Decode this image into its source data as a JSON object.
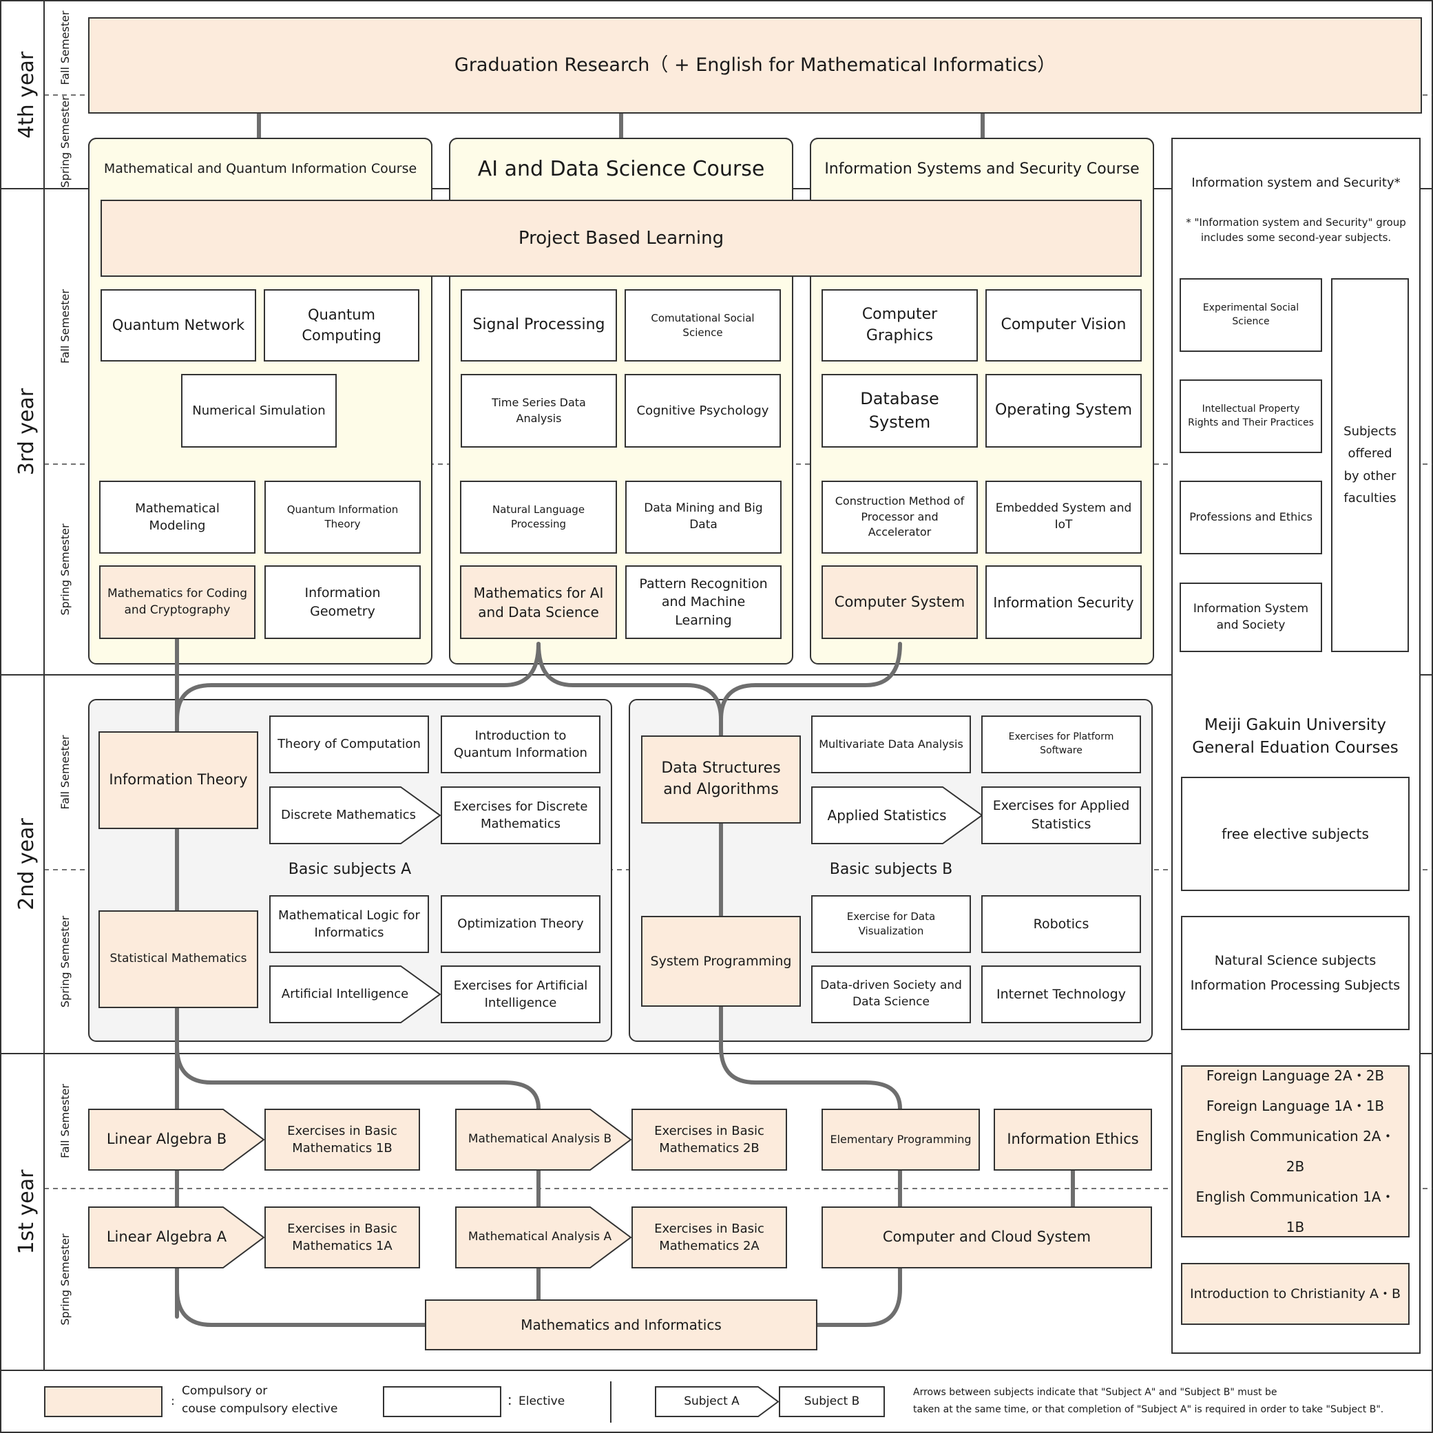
{
  "years": {
    "y4": "4th year",
    "y3": "3rd year",
    "y2": "2nd year",
    "y1": "1st year"
  },
  "semesters": {
    "fall": "Fall Semester",
    "spring": "Spring Semester"
  },
  "graduation": "Graduation Research（ + English for Mathematical Informatics）",
  "courses": {
    "math_quantum": "Mathematical and Quantum Information Course",
    "ai_ds": "AI and Data Science Course",
    "iss": "Information Systems and Security Course"
  },
  "pbl": "Project Based Learning",
  "third_year": {
    "quantum_network": "Quantum Network",
    "quantum_computing": "Quantum Computing",
    "numerical_simulation": "Numerical Simulation",
    "mathematical_modeling": "Mathematical Modeling",
    "quantum_information_theory": "Quantum Information Theory",
    "math_coding_crypto": "Mathematics for Coding and Cryptography",
    "information_geometry": "Information Geometry",
    "signal_processing": "Signal Processing",
    "computational_social_science": "Comutational Social Science",
    "time_series": "Time Series Data Analysis",
    "cognitive_psychology": "Cognitive Psychology",
    "nlp": "Natural Language Processing",
    "data_mining": "Data Mining and Big Data",
    "math_ai_ds": "Mathematics for AI and Data Science",
    "pattern_recognition": "Pattern Recognition and Machine Learning",
    "computer_graphics": "Computer Graphics",
    "computer_vision": "Computer Vision",
    "database_system": "Database System",
    "operating_system": "Operating System",
    "construction_processor": "Construction Method of Processor and Accelerator",
    "embedded_iot": "Embedded System and IoT",
    "computer_system": "Computer System",
    "information_security": "Information Security"
  },
  "side_iss": {
    "title": "Information system and Security*",
    "note": "* \"Information system and Security\" group includes some second-year subjects.",
    "experimental_social_science": "Experimental Social Science",
    "intellectual_property": "Intellectual Property Rights and Their Practices",
    "professions_ethics": "Professions and Ethics",
    "info_system_society": "Information System and Society",
    "other_faculties": "Subjects offered by other faculties"
  },
  "general_ed": {
    "title": "Meiji Gakuin University General Eduation Courses",
    "free_elective": "free elective subjects",
    "natural_science": "Natural Science subjects Information Processing Subjects",
    "languages": [
      "Foreign Language 2A・2B",
      "Foreign Language  1A・1B",
      "English Communication 2A・2B",
      "English Communication 1A・1B"
    ],
    "christianity": "Introduction to Christianity A・B"
  },
  "second_year": {
    "basic_a": "Basic subjects A",
    "basic_b": "Basic subjects B",
    "information_theory": "Information Theory",
    "theory_of_computation": "Theory of Computation",
    "intro_quantum_info": "Introduction to Quantum Information",
    "discrete_math": "Discrete Mathematics",
    "ex_discrete_math": "Exercises for Discrete Mathematics",
    "statistical_math": "Statistical Mathematics",
    "math_logic": "Mathematical Logic for Informatics",
    "optimization_theory": "Optimization Theory",
    "artificial_intelligence": "Artificial Intelligence",
    "ex_ai": "Exercises for Artificial Intelligence",
    "data_structures": "Data Structures and Algorithms",
    "multivariate": "Multivariate Data Analysis",
    "ex_platform": "Exercises for Platform Software",
    "applied_statistics": "Applied Statistics",
    "ex_applied_statistics": "Exercises for Applied Statistics",
    "system_programming": "System Programming",
    "ex_data_vis": "Exercise for Data Visualization",
    "robotics": "Robotics",
    "data_driven_society": "Data-driven Society and Data Science",
    "internet_technology": "Internet Technology"
  },
  "first_year": {
    "linear_algebra_b": "Linear Algebra B",
    "ex_basic_math_1b": "Exercises in Basic Mathematics 1B",
    "math_analysis_b": "Mathematical Analysis B",
    "ex_basic_math_2b": "Exercises in Basic Mathematics 2B",
    "elementary_programming": "Elementary Programming",
    "information_ethics": "Information Ethics",
    "linear_algebra_a": "Linear Algebra A",
    "ex_basic_math_1a": "Exercises in Basic Mathematics 1A",
    "math_analysis_a": "Mathematical Analysis A",
    "ex_basic_math_2a": "Exercises in Basic Mathematics 2A",
    "computer_cloud": "Computer and Cloud System",
    "math_informatics": "Mathematics and Informatics"
  },
  "legend": {
    "compulsory": "Compulsory or couse compulsory elective",
    "compulsory_line1": "Compulsory or",
    "compulsory_line2": "couse compulsory elective",
    "colon": ":",
    "elective": "：Elective",
    "subject_a": "Subject A",
    "subject_b": "Subject B",
    "arrow_note_1": "Arrows between subjects indicate that \"Subject A\" and \"Subject B\" must be",
    "arrow_note_2": "taken at the same time, or that completion of \"Subject A\" is required in order to take \"Subject B\"."
  },
  "colors": {
    "compulsory_fill": "#fcebdc",
    "course_panel_fill": "#fefce8",
    "basic_panel_fill": "#f4f4f4",
    "line": "#6e6e6e",
    "border": "#333333"
  }
}
